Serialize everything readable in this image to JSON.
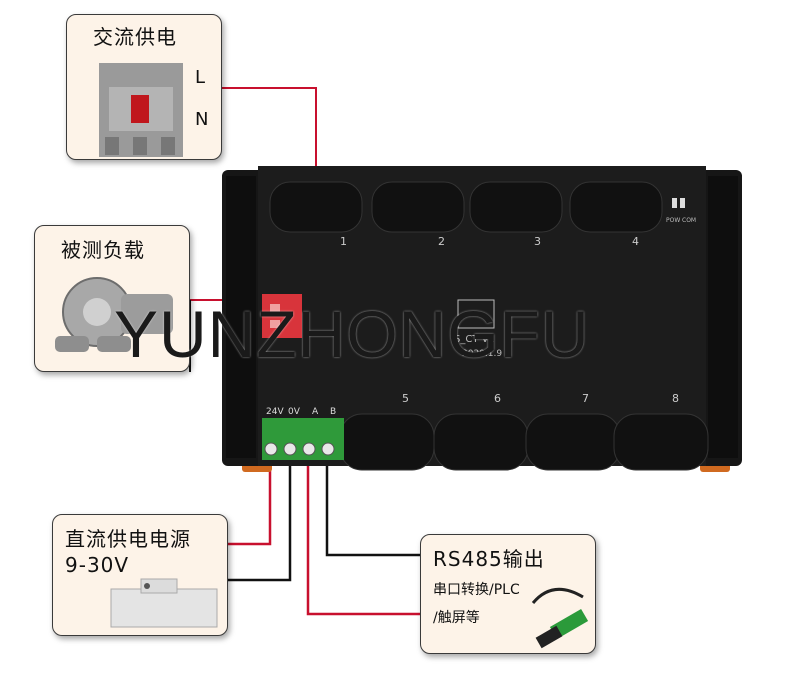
{
  "ac_supply": {
    "title": "交流供电",
    "terminal_l": "L",
    "terminal_n": "N"
  },
  "load": {
    "title": "被测负载"
  },
  "dc_supply": {
    "title": "直流供电电源",
    "range": "9-30V"
  },
  "rs485": {
    "title": "RS485输出",
    "line1": "串口转换/PLC",
    "line2": "/触屏等"
  },
  "device": {
    "ct_labels": [
      "1",
      "2",
      "3",
      "4",
      "5",
      "6",
      "7",
      "8"
    ],
    "terminal_labels": [
      "24V",
      "0V",
      "A",
      "B"
    ],
    "led_labels": [
      "POW",
      "COM"
    ],
    "model_text": "S_CT V1",
    "date_text": "2020.1.9"
  },
  "watermark": "YUNZHONGFU",
  "colors": {
    "red_wire": "#c8102e",
    "black_wire": "#111111",
    "callout_bg": "#fdf3e8",
    "device_body": "#161616",
    "terminal_green": "#2f9a3a",
    "dip_red": "#d8343b"
  }
}
